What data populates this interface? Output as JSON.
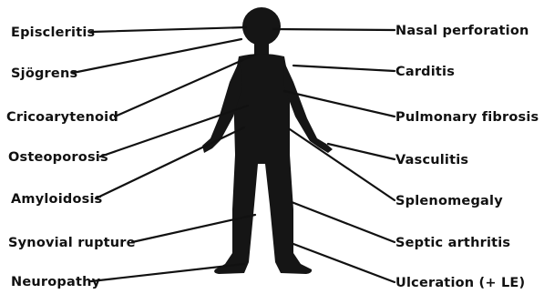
{
  "figure": {
    "left_labels": [
      {
        "id": "episcleritis",
        "text": "Episcleritis"
      },
      {
        "id": "sjogrens",
        "text": "Sjögrens"
      },
      {
        "id": "cricoarytenoid",
        "text": "Cricoarytenoid"
      },
      {
        "id": "osteoporosis",
        "text": "Osteoporosis"
      },
      {
        "id": "amyloidosis",
        "text": "Amyloidosis"
      },
      {
        "id": "synovial-rupture",
        "text": "Synovial rupture"
      },
      {
        "id": "neuropathy",
        "text": "Neuropathy"
      }
    ],
    "right_labels": [
      {
        "id": "nasal-perforation",
        "text": "Nasal perforation"
      },
      {
        "id": "carditis",
        "text": "Carditis"
      },
      {
        "id": "pulmonary-fibrosis",
        "text": "Pulmonary fibrosis"
      },
      {
        "id": "vasculitis",
        "text": "Vasculitis"
      },
      {
        "id": "splenomegaly",
        "text": "Splenomegaly"
      },
      {
        "id": "septic-arthritis",
        "text": "Septic arthritis"
      },
      {
        "id": "ulceration",
        "text": "Ulceration (+ LE)"
      }
    ]
  }
}
